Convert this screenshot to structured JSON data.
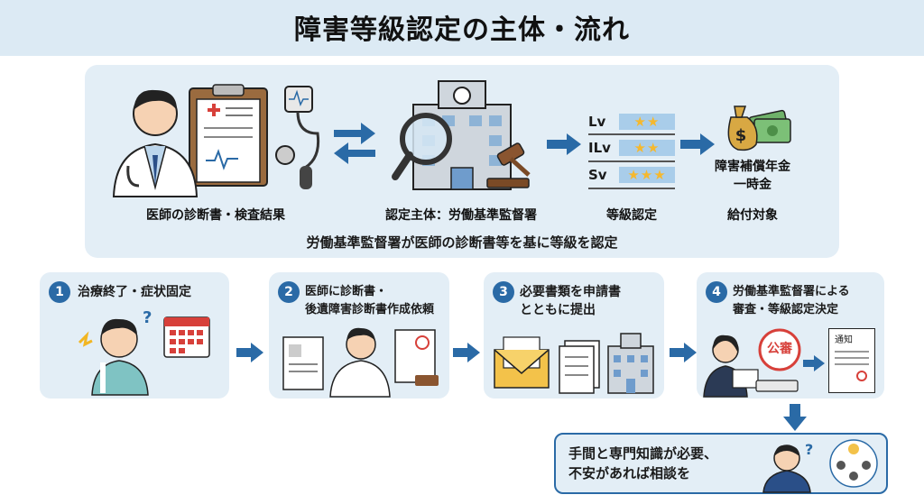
{
  "title": "障害等級認定の主体・流れ",
  "top": {
    "doctor_label": "医師の診断書・検査結果",
    "authority_label": "認定主体：労働基準監督署",
    "grade_label": "等級認定",
    "grade_rows": [
      "Lv",
      "ILv",
      "Sv"
    ],
    "benefit_lines": [
      "障害補償年金",
      "一時金"
    ],
    "benefit_label": "給付対象",
    "caption": "労働基準監督署が医師の診断書等を基に等級を認定"
  },
  "steps": [
    {
      "number": "1",
      "text": "治療終了・症状固定"
    },
    {
      "number": "2",
      "text": "医師に診断書・\n後遺障害診断書作成依頼"
    },
    {
      "number": "3",
      "text": "必要書類を申請書\nとともに提出"
    },
    {
      "number": "4",
      "text": "労働基準監督署による\n審査・等級認定決定"
    }
  ],
  "stamp_text": "公審",
  "notice_text": "通知",
  "consult": {
    "text": "手間と専門知識が必要、\n不安があれば相談を"
  },
  "colors": {
    "accent": "#2a6aa6",
    "panel": "#e3eef6",
    "title_band": "#dceaf4",
    "star": "#f5b82e",
    "stamp": "#d7403a"
  }
}
